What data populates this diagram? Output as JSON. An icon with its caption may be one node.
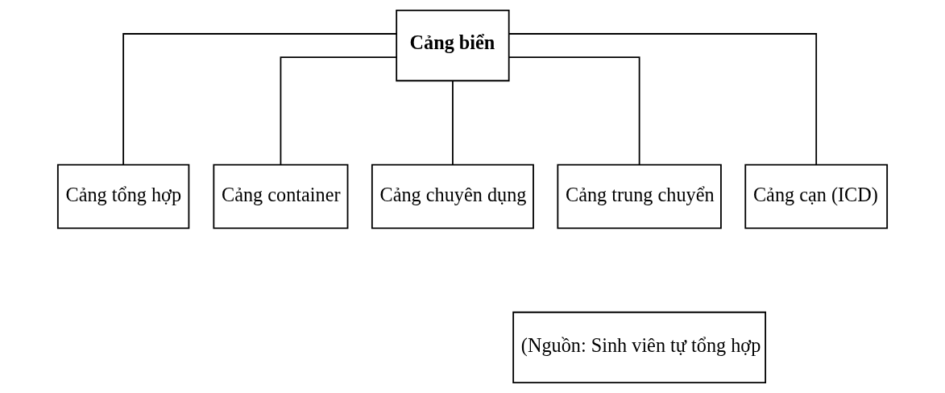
{
  "diagram": {
    "nodes": [
      {
        "text": [
          "Cảng biển"
        ]
      },
      {
        "text": [
          "Cảng tổng hợp"
        ]
      },
      {
        "text": [
          "Cảng container"
        ]
      },
      {
        "text": [
          "Cảng chuyên dụng"
        ]
      },
      {
        "text": [
          "Cảng trung chuyển"
        ]
      },
      {
        "text": [
          "Cảng cạn (ICD)"
        ]
      },
      {
        "text": [
          "(Nguồn: Sinh viên tự tổng hợp"
        ]
      }
    ],
    "edges": [
      {
        "from": 0,
        "to": 1,
        "arrow": "none"
      },
      {
        "from": 0,
        "to": 2,
        "arrow": "none"
      },
      {
        "from": 0,
        "to": 3,
        "arrow": "none"
      },
      {
        "from": 0,
        "to": 4,
        "arrow": "none"
      },
      {
        "from": 0,
        "to": 5,
        "arrow": "none"
      }
    ]
  }
}
